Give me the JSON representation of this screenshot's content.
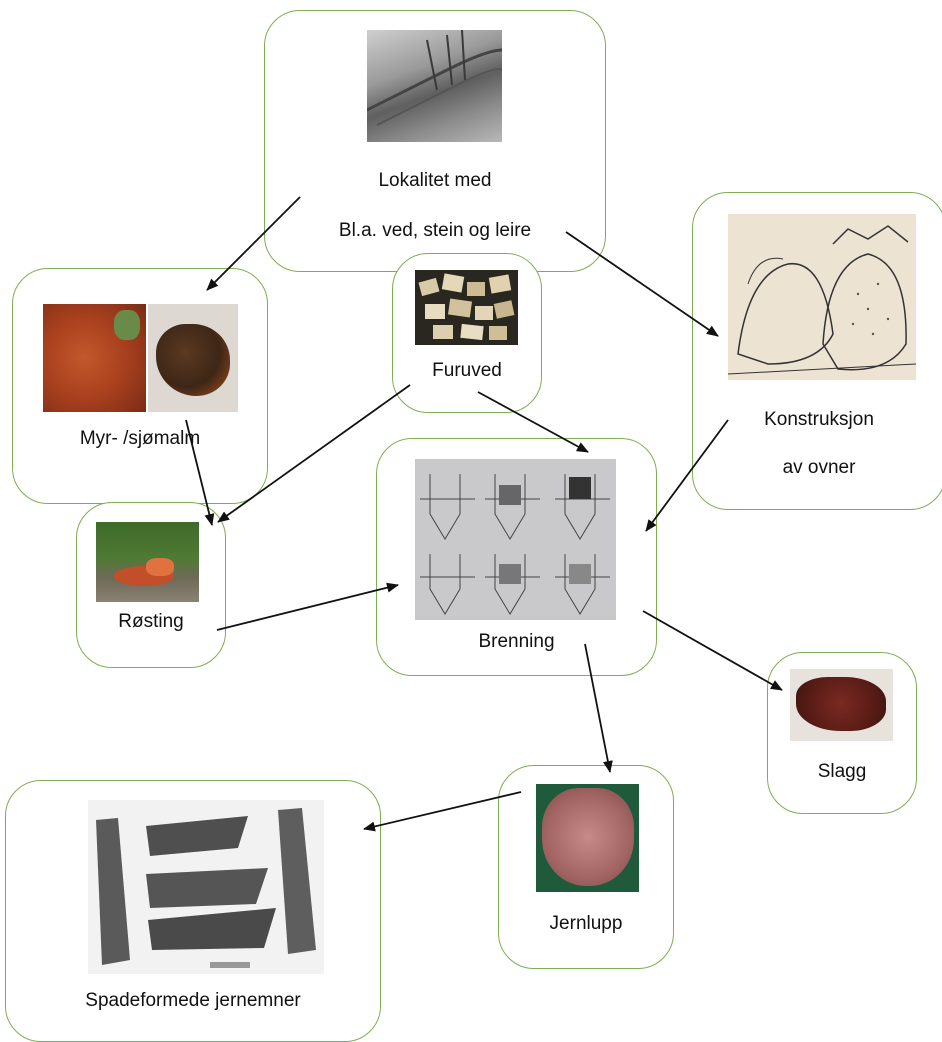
{
  "nodes": {
    "lokalitet": {
      "title": "Lokalitet med",
      "subtitle": "Bl.a. ved, stein og leire"
    },
    "myr": {
      "title": "Myr- /sjømalm"
    },
    "furuved": {
      "title": "Furuved"
    },
    "konstruksjon": {
      "title": "Konstruksjon",
      "subtitle": "av ovner"
    },
    "rosting": {
      "title": "Røsting"
    },
    "brenning": {
      "title": "Brenning"
    },
    "slagg": {
      "title": "Slagg"
    },
    "jernlupp": {
      "title": "Jernlupp"
    },
    "spade": {
      "title": "Spadeformede jernemner"
    }
  },
  "colors": {
    "node_border": "#7fae52",
    "arrow": "#111111"
  },
  "edges": [
    {
      "from": "lokalitet",
      "to": "myr"
    },
    {
      "from": "lokalitet",
      "to": "konstruksjon"
    },
    {
      "from": "myr",
      "to": "rosting"
    },
    {
      "from": "furuved",
      "to": "rosting"
    },
    {
      "from": "furuved",
      "to": "brenning"
    },
    {
      "from": "konstruksjon",
      "to": "brenning"
    },
    {
      "from": "rosting",
      "to": "brenning"
    },
    {
      "from": "brenning",
      "to": "slagg"
    },
    {
      "from": "brenning",
      "to": "jernlupp"
    },
    {
      "from": "jernlupp",
      "to": "spade"
    }
  ]
}
